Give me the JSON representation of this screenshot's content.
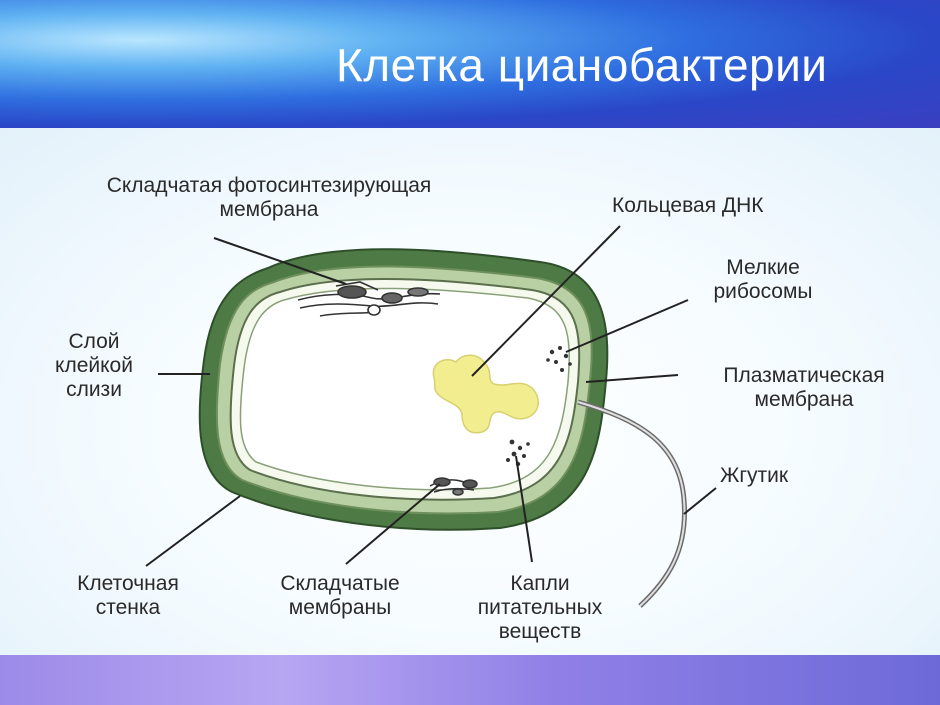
{
  "title": "Клетка цианобактерии",
  "labels": {
    "folded_photo_membrane": [
      "Складчатая фотосинтезирующая",
      "мембрана"
    ],
    "ring_dna": "Кольцевая ДНК",
    "small_ribosomes": [
      "Мелкие",
      "рибосомы"
    ],
    "slime_layer": [
      "Слой",
      "клейкой",
      "слизи"
    ],
    "plasma_membrane": [
      "Плазматическая",
      "мембрана"
    ],
    "flagellum": "Жгутик",
    "cell_wall": [
      "Клеточная",
      "стенка"
    ],
    "folded_membranes": [
      "Складчатые",
      "мембраны"
    ],
    "nutrient_drops": [
      "Капли",
      "питательных",
      "веществ"
    ]
  },
  "colors": {
    "cell_wall": "#4e7a45",
    "cell_wall_inner": "#9ab986",
    "cytoplasm": "#f3f8e6",
    "dna": "#f2ee90",
    "leader": "#222222"
  }
}
